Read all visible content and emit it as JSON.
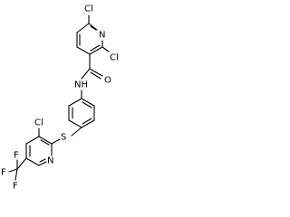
{
  "structure": {
    "bond_color": "#000000",
    "background": "#ffffff",
    "atoms": {
      "cl_top": "Cl",
      "n_pyridine_top": "N",
      "cl_right": "Cl",
      "o_carbonyl": "O",
      "nh_amide": "NH",
      "s_thioether": "S",
      "cl_lower": "Cl",
      "n_pyridine_bottom": "N",
      "f_top": "F",
      "f_left": "F",
      "f_bottom": "F"
    }
  }
}
